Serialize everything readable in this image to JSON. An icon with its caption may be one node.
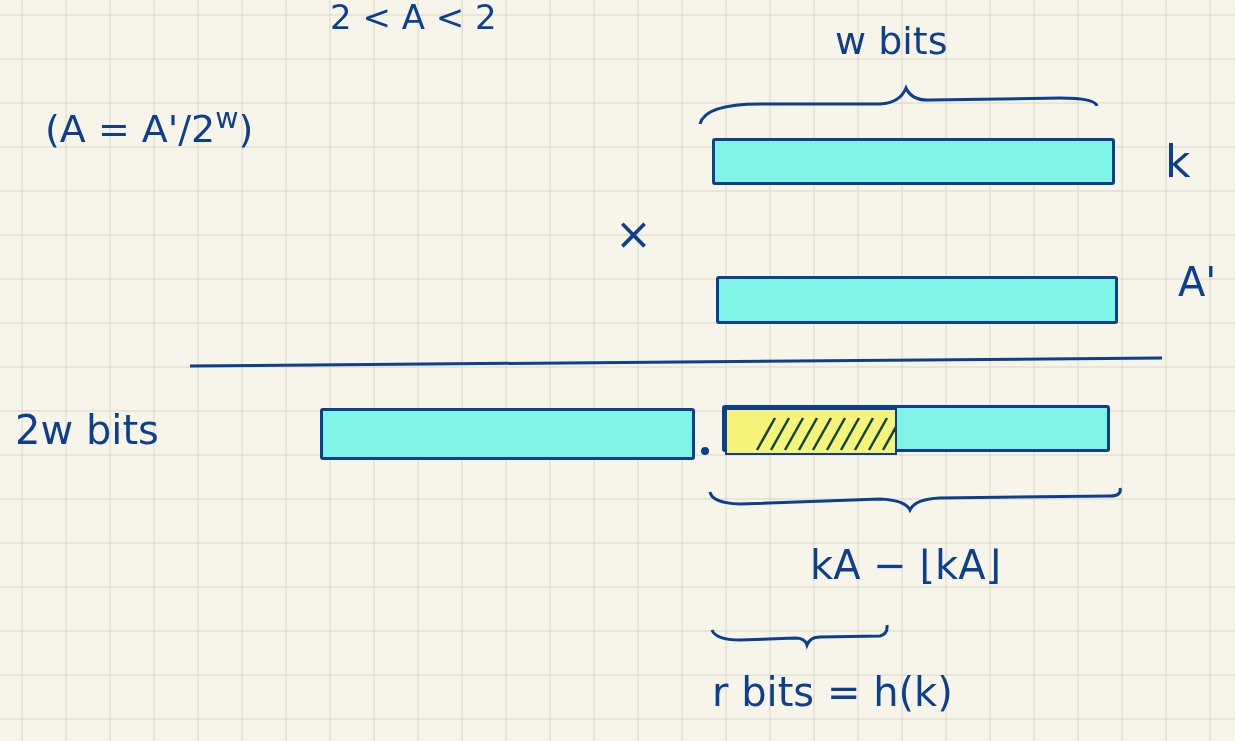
{
  "diagram": {
    "nodes": [
      {
        "text": [],
        "shape": "bar"
      },
      {
        "text": [],
        "shape": "bar"
      },
      {
        "text": [],
        "shape": "bar"
      },
      {
        "text": [],
        "shape": "bar"
      },
      {
        "text": [],
        "shape": "bar",
        "in": 3
      }
    ],
    "labels": [
      "2 < A < 2",
      "(A = A'/2$^{w}$)",
      "w bits",
      "k",
      "×",
      "A'",
      "2w bits",
      "kA − ⌊kA⌋",
      "r bits = h(k)"
    ]
  }
}
